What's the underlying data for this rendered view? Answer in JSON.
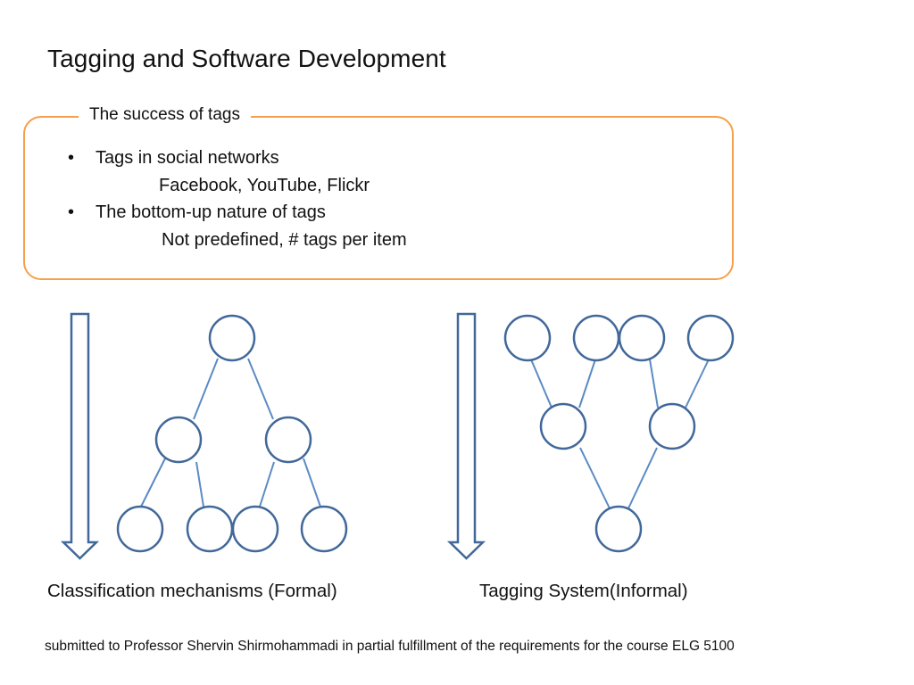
{
  "slide": {
    "title": "Tagging and Software Development"
  },
  "success_box": {
    "legend": "The success of tags",
    "bullets": [
      {
        "text": "Tags in social networks",
        "sub": "Facebook, YouTube, Flickr"
      },
      {
        "text": "The bottom-up nature of tags",
        "sub": "Not predefined, # tags per item"
      }
    ],
    "bullet_symbol": "•"
  },
  "diagrams": {
    "formal_caption": "Classification mechanisms (Formal)",
    "informal_caption": "Tagging System(Informal)"
  },
  "footer": {
    "text": "submitted to Professor Shervin Shirmohammadi in partial fulfillment of the requirements for the course ELG 5100"
  },
  "colors": {
    "box_border": "#f5a04a",
    "node_stroke": "#41689a",
    "edge_stroke": "#5b8bc4"
  }
}
